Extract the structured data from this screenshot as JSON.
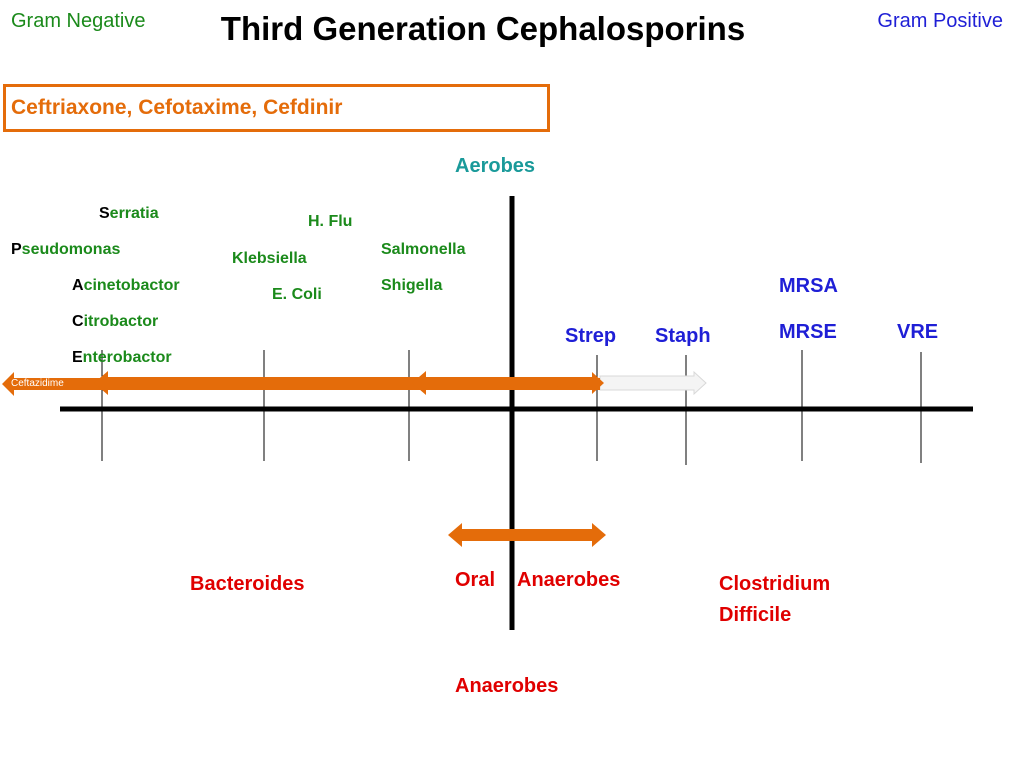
{
  "title": "Third Generation Cephalosporins",
  "corners": {
    "left": "Gram Negative",
    "right": "Gram Positive"
  },
  "drugs": "Ceftriaxone, Cefotaxime, Cefdinir",
  "axis": {
    "top": "Aerobes",
    "bottom": "Anaerobes"
  },
  "gram_negative_organisms": [
    {
      "initial": "S",
      "rest": "erratia"
    },
    {
      "initial": "P",
      "rest": "seudomonas"
    },
    {
      "initial": "A",
      "rest": "cinetobactor"
    },
    {
      "initial": "C",
      "rest": "itrobactor"
    },
    {
      "initial": "E",
      "rest": "nterobactor"
    }
  ],
  "other_gram_negative": {
    "h_flu": "H. Flu",
    "klebsiella": "Klebsiella",
    "e_coli": "E. Coli",
    "salmonella": "Salmonella",
    "shigella": "Shigella"
  },
  "gram_positive": {
    "strep": "Strep",
    "staph": "Staph",
    "mrsa": "MRSA",
    "mrse": "MRSE",
    "vre": "VRE"
  },
  "anaerobic": {
    "bacteroides": "Bacteroides",
    "oral": "Oral",
    "anaerobes": "Anaerobes",
    "c_diff_line1": "Clostridium",
    "c_diff_line2": "Difficile"
  },
  "ceftazidime_label": "Ceftazidime",
  "colors": {
    "gram_negative": "#1b8a1b",
    "gram_positive": "#1f1fd6",
    "anaerobes": "#e00000",
    "coverage_arrow": "#e46c0a",
    "aerobes_label": "#1a9a9a"
  }
}
